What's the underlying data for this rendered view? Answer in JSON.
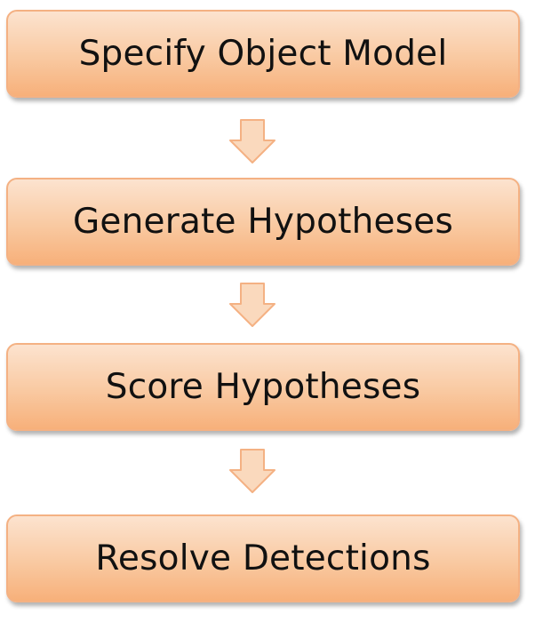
{
  "steps": [
    {
      "label": "Specify Object Model"
    },
    {
      "label": "Generate Hypotheses"
    },
    {
      "label": "Score Hypotheses"
    },
    {
      "label": "Resolve Detections"
    }
  ],
  "colors": {
    "box_fill_top": "#fce3cf",
    "box_fill_bottom": "#f7b07a",
    "box_border": "#f4b183",
    "arrow_fill": "#fad9bd",
    "arrow_stroke": "#f4b183",
    "text": "#111111"
  },
  "icons": {
    "connector": "down-arrow-icon"
  }
}
